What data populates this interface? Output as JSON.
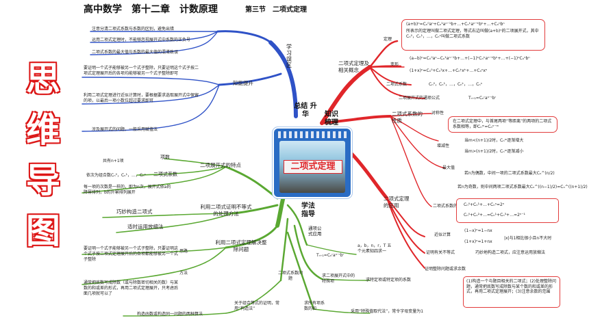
{
  "header": {
    "title": "高中数学　第十二章　计数原理",
    "section": "第三节　二项式定理"
  },
  "side_title": [
    "思",
    "维",
    "导",
    "图"
  ],
  "center_card": {
    "label": "二项式定理"
  },
  "hubs": {
    "summary": "总结 升华",
    "knowledge": "知识 梳理",
    "method": "学法 指导"
  },
  "colors": {
    "red": "#e0262a",
    "blue": "#2f52c7",
    "green": "#5aa832",
    "navy": "#1c2f86"
  },
  "summary": {
    "misunderstand": "学习误区",
    "improve": "知能提升",
    "notes": [
      "注意分清二项式系数与系数的区别，避免出错",
      "运用二项式定理时，不能够忽视展开式中系数的正负号",
      "二项式系数的最大值与系数的最大值的混淆致误"
    ],
    "improve_notes": [
      "要证明一个式子能够被另一个式子整除，只要证明这个式子按二项式定理展开后的各项均能够被另一个式子整除即可",
      "利用二项式定理进行近似计算时，要根据要求选取展开式中保留的项，以最后一项小数位超过要求即可",
      "涉及展开式的问题，一般采用赋值法"
    ]
  },
  "knowledge": {
    "topic_def": "二项式定理及相关概念",
    "def_label": "定理",
    "def_formula": "(a+b)ⁿ=Cₙ⁰aⁿ+Cₙ¹aⁿ⁻¹b+…+Cₙᵏaⁿ⁻ᵏbᵏ+…+Cₙⁿbⁿ",
    "def_desc": "所表示的定理叫做二项式定理，等式右边叫做(a+b)ⁿ的二项展开式，其中Cₙ⁰，Cₙ¹，…，Cₙⁿ叫做二项式系数",
    "var_label": "变形",
    "var_formula1": "(a−b)ⁿ=Cₙ⁰aⁿ−Cₙ¹aⁿ⁻¹b+…+(−1)ᵏCₙᵏaⁿ⁻ᵏbᵏ+…+(−1)ⁿCₙⁿbⁿ",
    "var_formula2": "(1+x)ⁿ=Cₙ⁰+Cₙ¹x+…+Cₙᵏxᵏ+…+Cₙⁿxⁿ",
    "coef_label": "二项式系数",
    "coef_value": "Cₙ⁰，Cₙ¹，…，Cₙᵏ，…，Cₙⁿ",
    "general_label": "二项展开式的通项公式",
    "general_formula": "Tᵣ₊₁=Cₙʳaⁿ⁻ʳbʳ",
    "topic_prop": "二项式系数的性质",
    "sym_label": "对称性",
    "sym_text": "在二项式定理中，与首尾两项“等距离”的两项的二项式系数相等，即Cₙᵐ=Cₙⁿ⁻ᵐ",
    "mono_label": "增减性",
    "mono_1": "当m<(n+1)/2时，Cₙᵐ逐渐增大",
    "mono_2": "当m>(n+1)/2时，Cₙᵐ逐渐减小",
    "max_label": "最大值",
    "max_even": "若n为偶数，中间一项的二项式系数最大Cₙ^(n/2)",
    "max_odd": "若n为奇数，则中间两项二项式系数最大Cₙ^((n−1)/2)=Cₙ^((n+1)/2)",
    "sum_label": "二项式系数的和",
    "sum_1": "Cₙ⁰+Cₙ¹+…+Cₙⁿ=2ⁿ",
    "sum_2": "Cₙ⁰+Cₙ²+…=Cₙ¹+Cₙ³+…=2ⁿ⁻¹",
    "topic_app": "二项式定理的应用",
    "approx_label": "近似计算",
    "approx_1": "(1−x)ⁿ≈1−nx",
    "approx_2": "(1+x)ⁿ≈1+nx",
    "approx_cond": "|x|与1相比很小且n不大时",
    "div_label": "证明有关不等式",
    "div_text": "巧妙地构造二项式，应注意运用放缩法",
    "rem_label": "证明整除问题或求余数",
    "rem_list": "(1)构造一个与题目相关的二项式；(2)处理整除问题，通常把底数写成除数与某个数的和或差的形式，再用二项式定理展开；(3)注意余数的范围"
  },
  "method": {
    "topic_feature": "二项展开式的特点",
    "terms_label": "项数",
    "terms_text": "共有n+1项",
    "coef_label": "二项式系数",
    "coef_text": "依次为组合数Cₙ⁰，Cₙ¹，…，Cₙⁿ",
    "order_text": "每一项的次数是一样的，即为n次，展开式依a的降幂排列，b的升幂排列展开",
    "topic_ineq": "利用二项式证明不等式的处理方法",
    "ineq_1": "巧妙构造二项式",
    "ineq_2": "适时运用放缩法",
    "topic_div": "利用二项式定理解决整除问题",
    "idea_label": "思路",
    "idea_text": "要证明一个式子能够被另一个式子整除，只要证明这个式子按二项式定理展开后的各项都能够被另一个式子整除",
    "way_label": "方法",
    "way_text": "通常把底数写成除数（或与除数密切相关的数）与某数的和或差的形式，再用二项式定理展开，只考虑后面几项就可以了",
    "general_label": "通项公式应用",
    "general_formula": "Tᵣ₊₁=Cₙʳaⁿ⁻ʳbʳ",
    "five_text": "a，b，n，r，T 五个元素知四求一",
    "special_label": "求二项展开式中的特殊项",
    "special_text": "求特定项或特定项的系数",
    "coefp_label": "二项式系数问题",
    "sumq_label": "求所有项系数的和",
    "sumq_text": "采用“特殊值取代法”，常令字母变量为1",
    "comb_label": "关于组合等式的证明，常用“构造法”",
    "comb_text": "构造函数或构造同一问题的两种算法"
  }
}
